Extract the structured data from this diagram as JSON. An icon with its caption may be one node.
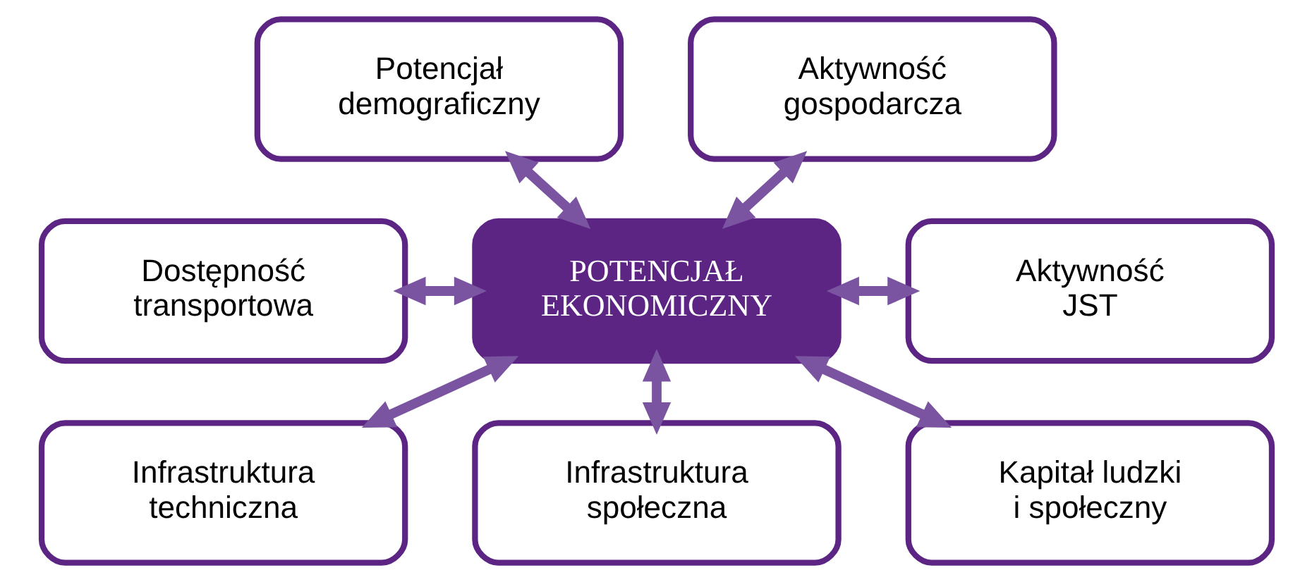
{
  "diagram": {
    "nodes": [
      {
        "text": [
          "Potencjał demograficzny"
        ]
      },
      {
        "text": [
          "Aktywność gospodarcza"
        ]
      },
      {
        "text": [
          "Dostępność transportowa"
        ]
      },
      {
        "text": [
          "POTENCJAŁ EKONOMICZNY"
        ]
      },
      {
        "text": [
          "Aktywność JST"
        ]
      },
      {
        "text": [
          "Infrastruktura techniczna"
        ]
      },
      {
        "text": [
          "Infrastruktura społeczna"
        ]
      },
      {
        "text": [
          "Kapitał ludzki i społeczny"
        ]
      }
    ],
    "edges": [
      {
        "from": 0,
        "to": 3,
        "arrow": "both"
      },
      {
        "from": 1,
        "to": 3,
        "arrow": "both"
      },
      {
        "from": 2,
        "to": 3,
        "arrow": "both"
      },
      {
        "from": 3,
        "to": 4,
        "arrow": "both"
      },
      {
        "from": 3,
        "to": 5,
        "arrow": "both"
      },
      {
        "from": 3,
        "to": 6,
        "arrow": "both"
      },
      {
        "from": 3,
        "to": 7,
        "arrow": "both"
      }
    ]
  }
}
